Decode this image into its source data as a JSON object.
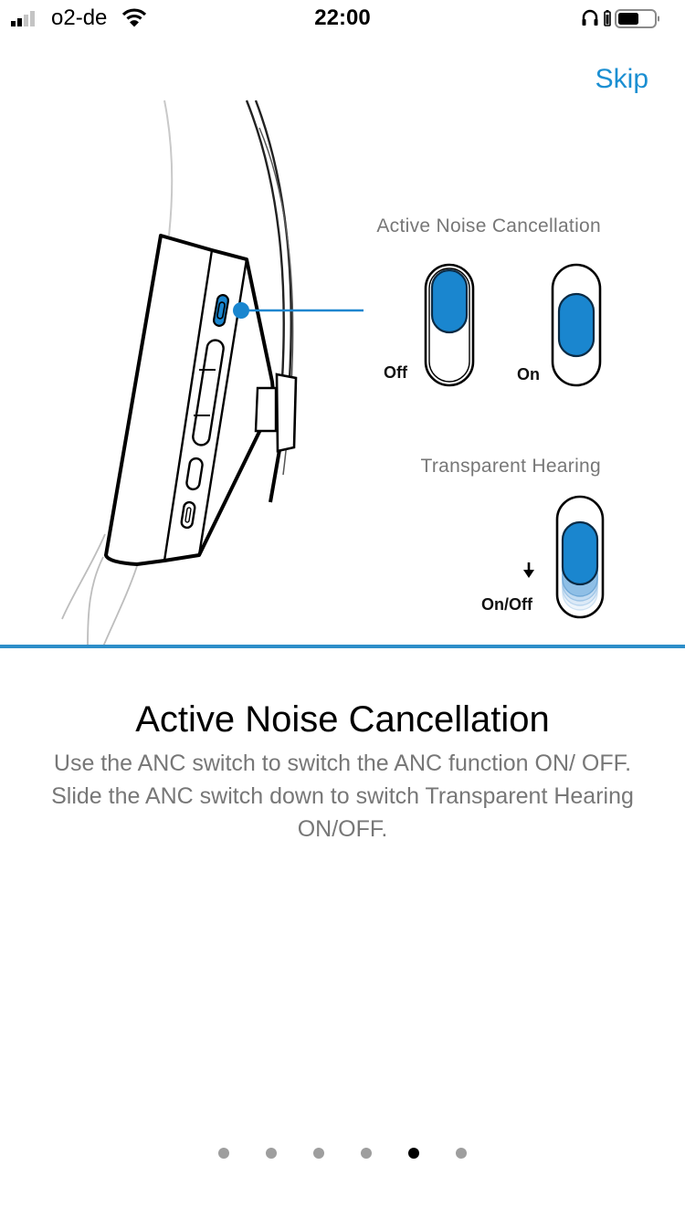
{
  "status_bar": {
    "carrier": "o2-de",
    "time": "22:00",
    "signal_bars": 2,
    "icons": [
      "signal-icon",
      "wifi-icon",
      "headphones-icon",
      "battery-small-icon",
      "battery-icon"
    ]
  },
  "header": {
    "skip_label": "Skip"
  },
  "illustration": {
    "anc_label": "Active Noise Cancellation",
    "off_label": "Off",
    "on_label": "On",
    "th_label": "Transparent Hearing",
    "on_off_label": "On/Off"
  },
  "content": {
    "title": "Active Noise Cancellation",
    "description": "Use the ANC switch to switch the ANC function ON/ OFF. Slide the ANC switch down to switch Transparent Hearing ON/OFF."
  },
  "pagination": {
    "total": 6,
    "current_index": 4
  },
  "colors": {
    "accent": "#1b8fd2",
    "switch_fill": "#1a86cf",
    "divider": "#2d8ec9"
  }
}
